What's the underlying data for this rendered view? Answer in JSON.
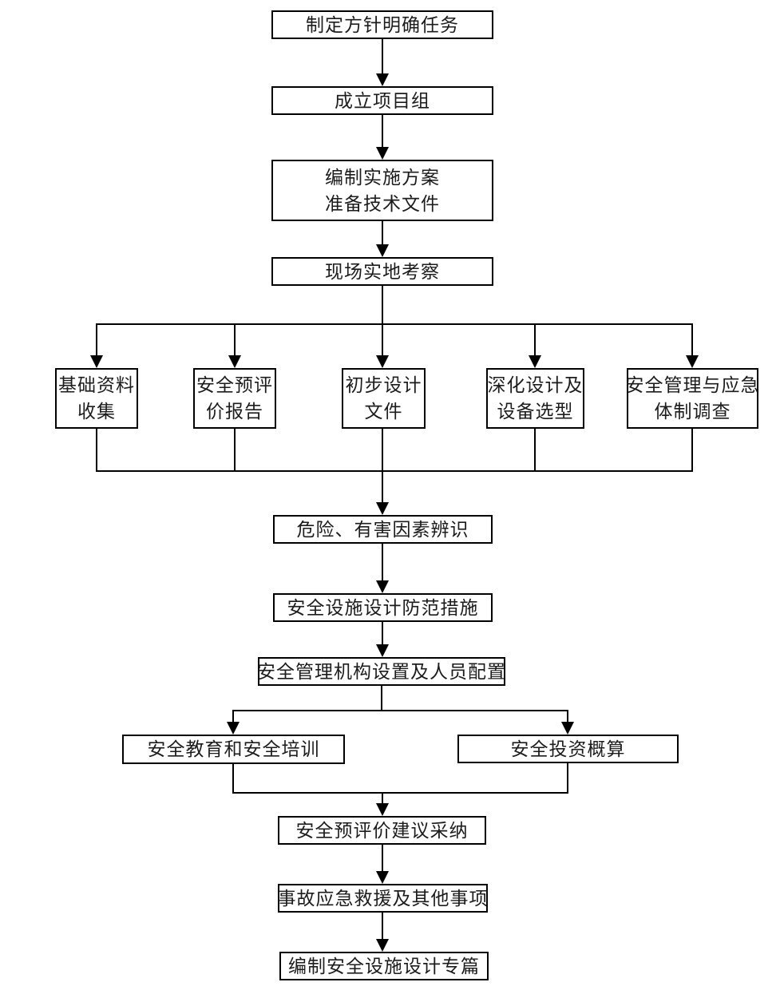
{
  "diagram": {
    "type": "flowchart",
    "background_color": "#ffffff",
    "line_color": "#000000",
    "box_border_color": "#000000",
    "box_fill_color": "#ffffff",
    "text_color": "#1c1c1c",
    "nodes": {
      "define_policy": {
        "label": "制定方针明确任务"
      },
      "form_team": {
        "label": "成立项目组"
      },
      "prepare_plan": {
        "line1": "编制实施方案",
        "line2": "准备技术文件"
      },
      "site_visit": {
        "label": "现场实地考察"
      },
      "basic_data": {
        "line1": "基础资料",
        "line2": "收集"
      },
      "pre_eval_report": {
        "line1": "安全预评",
        "line2": "价报告"
      },
      "preliminary_design": {
        "line1": "初步设计",
        "line2": "文件"
      },
      "detailed_design": {
        "line1": "深化设计及",
        "line2": "设备选型"
      },
      "safety_mgmt_survey": {
        "line1": "安全管理与应急",
        "line2": "体制调查"
      },
      "hazard_identification": {
        "label": "危险、有害因素辨识"
      },
      "design_measures": {
        "label": "安全设施设计防范措施"
      },
      "org_staffing": {
        "label": "安全管理机构设置及人员配置"
      },
      "education_training": {
        "label": "安全教育和安全培训"
      },
      "investment_estimate": {
        "label": "安全投资概算"
      },
      "adopt_suggestions": {
        "label": "安全预评价建议采纳"
      },
      "emergency_rescue": {
        "label": "事故应急救援及其他事项"
      },
      "compile_special": {
        "label": "编制安全设施设计专篇"
      }
    },
    "edges": [
      {
        "from": "define_policy",
        "to": "form_team"
      },
      {
        "from": "form_team",
        "to": "prepare_plan"
      },
      {
        "from": "prepare_plan",
        "to": "site_visit"
      },
      {
        "from": "site_visit",
        "to": "basic_data"
      },
      {
        "from": "site_visit",
        "to": "pre_eval_report"
      },
      {
        "from": "site_visit",
        "to": "preliminary_design"
      },
      {
        "from": "site_visit",
        "to": "detailed_design"
      },
      {
        "from": "site_visit",
        "to": "safety_mgmt_survey"
      },
      {
        "from": "basic_data",
        "to": "hazard_identification"
      },
      {
        "from": "pre_eval_report",
        "to": "hazard_identification"
      },
      {
        "from": "preliminary_design",
        "to": "hazard_identification"
      },
      {
        "from": "detailed_design",
        "to": "hazard_identification"
      },
      {
        "from": "safety_mgmt_survey",
        "to": "hazard_identification"
      },
      {
        "from": "hazard_identification",
        "to": "design_measures"
      },
      {
        "from": "design_measures",
        "to": "org_staffing"
      },
      {
        "from": "org_staffing",
        "to": "education_training"
      },
      {
        "from": "org_staffing",
        "to": "investment_estimate"
      },
      {
        "from": "education_training",
        "to": "adopt_suggestions"
      },
      {
        "from": "investment_estimate",
        "to": "adopt_suggestions"
      },
      {
        "from": "adopt_suggestions",
        "to": "emergency_rescue"
      },
      {
        "from": "emergency_rescue",
        "to": "compile_special"
      }
    ]
  }
}
